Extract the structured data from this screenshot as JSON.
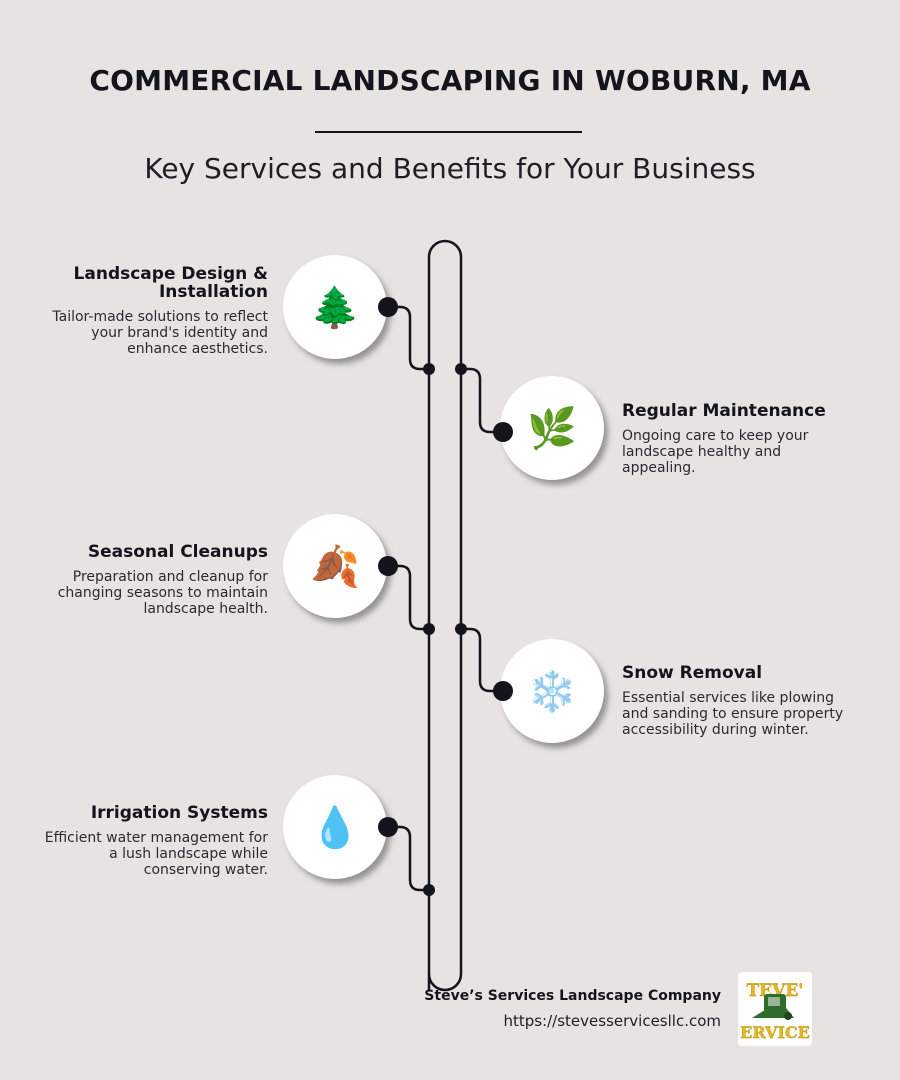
{
  "header": {
    "title": "COMMERCIAL LANDSCAPING IN WOBURN, MA",
    "subtitle": "Key Services and Benefits for Your Business"
  },
  "services": [
    {
      "title": "Landscape Design & Installation",
      "description": "Tailor-made solutions to reflect your brand's identity and enhance aesthetics.",
      "icon": "evergreen-tree-icon",
      "glyph": "🌲",
      "side": "left"
    },
    {
      "title": "Regular Maintenance",
      "description": "Ongoing care to keep your landscape healthy and appealing.",
      "icon": "herb-leaf-icon",
      "glyph": "🌿",
      "side": "right"
    },
    {
      "title": "Seasonal Cleanups",
      "description": "Preparation and cleanup for changing seasons to maintain landscape health.",
      "icon": "fallen-leaves-icon",
      "glyph": "🍂",
      "side": "left"
    },
    {
      "title": "Snow Removal",
      "description": "Essential services like plowing and sanding to ensure property accessibility during winter.",
      "icon": "snowflake-icon",
      "glyph": "❄️",
      "side": "right"
    },
    {
      "title": "Irrigation Systems",
      "description": "Efficient water management for a lush landscape while conserving water.",
      "icon": "water-drop-icon",
      "glyph": "💧",
      "side": "left"
    }
  ],
  "footer": {
    "company": "Steve’s Services Landscape Company",
    "url": "https://stevesservicesllc.com",
    "logo_text_top": "TEVE'",
    "logo_text_bottom": "ERVICE"
  },
  "colors": {
    "background": "#e6e3e2",
    "ink": "#14141c",
    "logo_yellow": "#e8b81a",
    "logo_green": "#2f6b2a"
  }
}
